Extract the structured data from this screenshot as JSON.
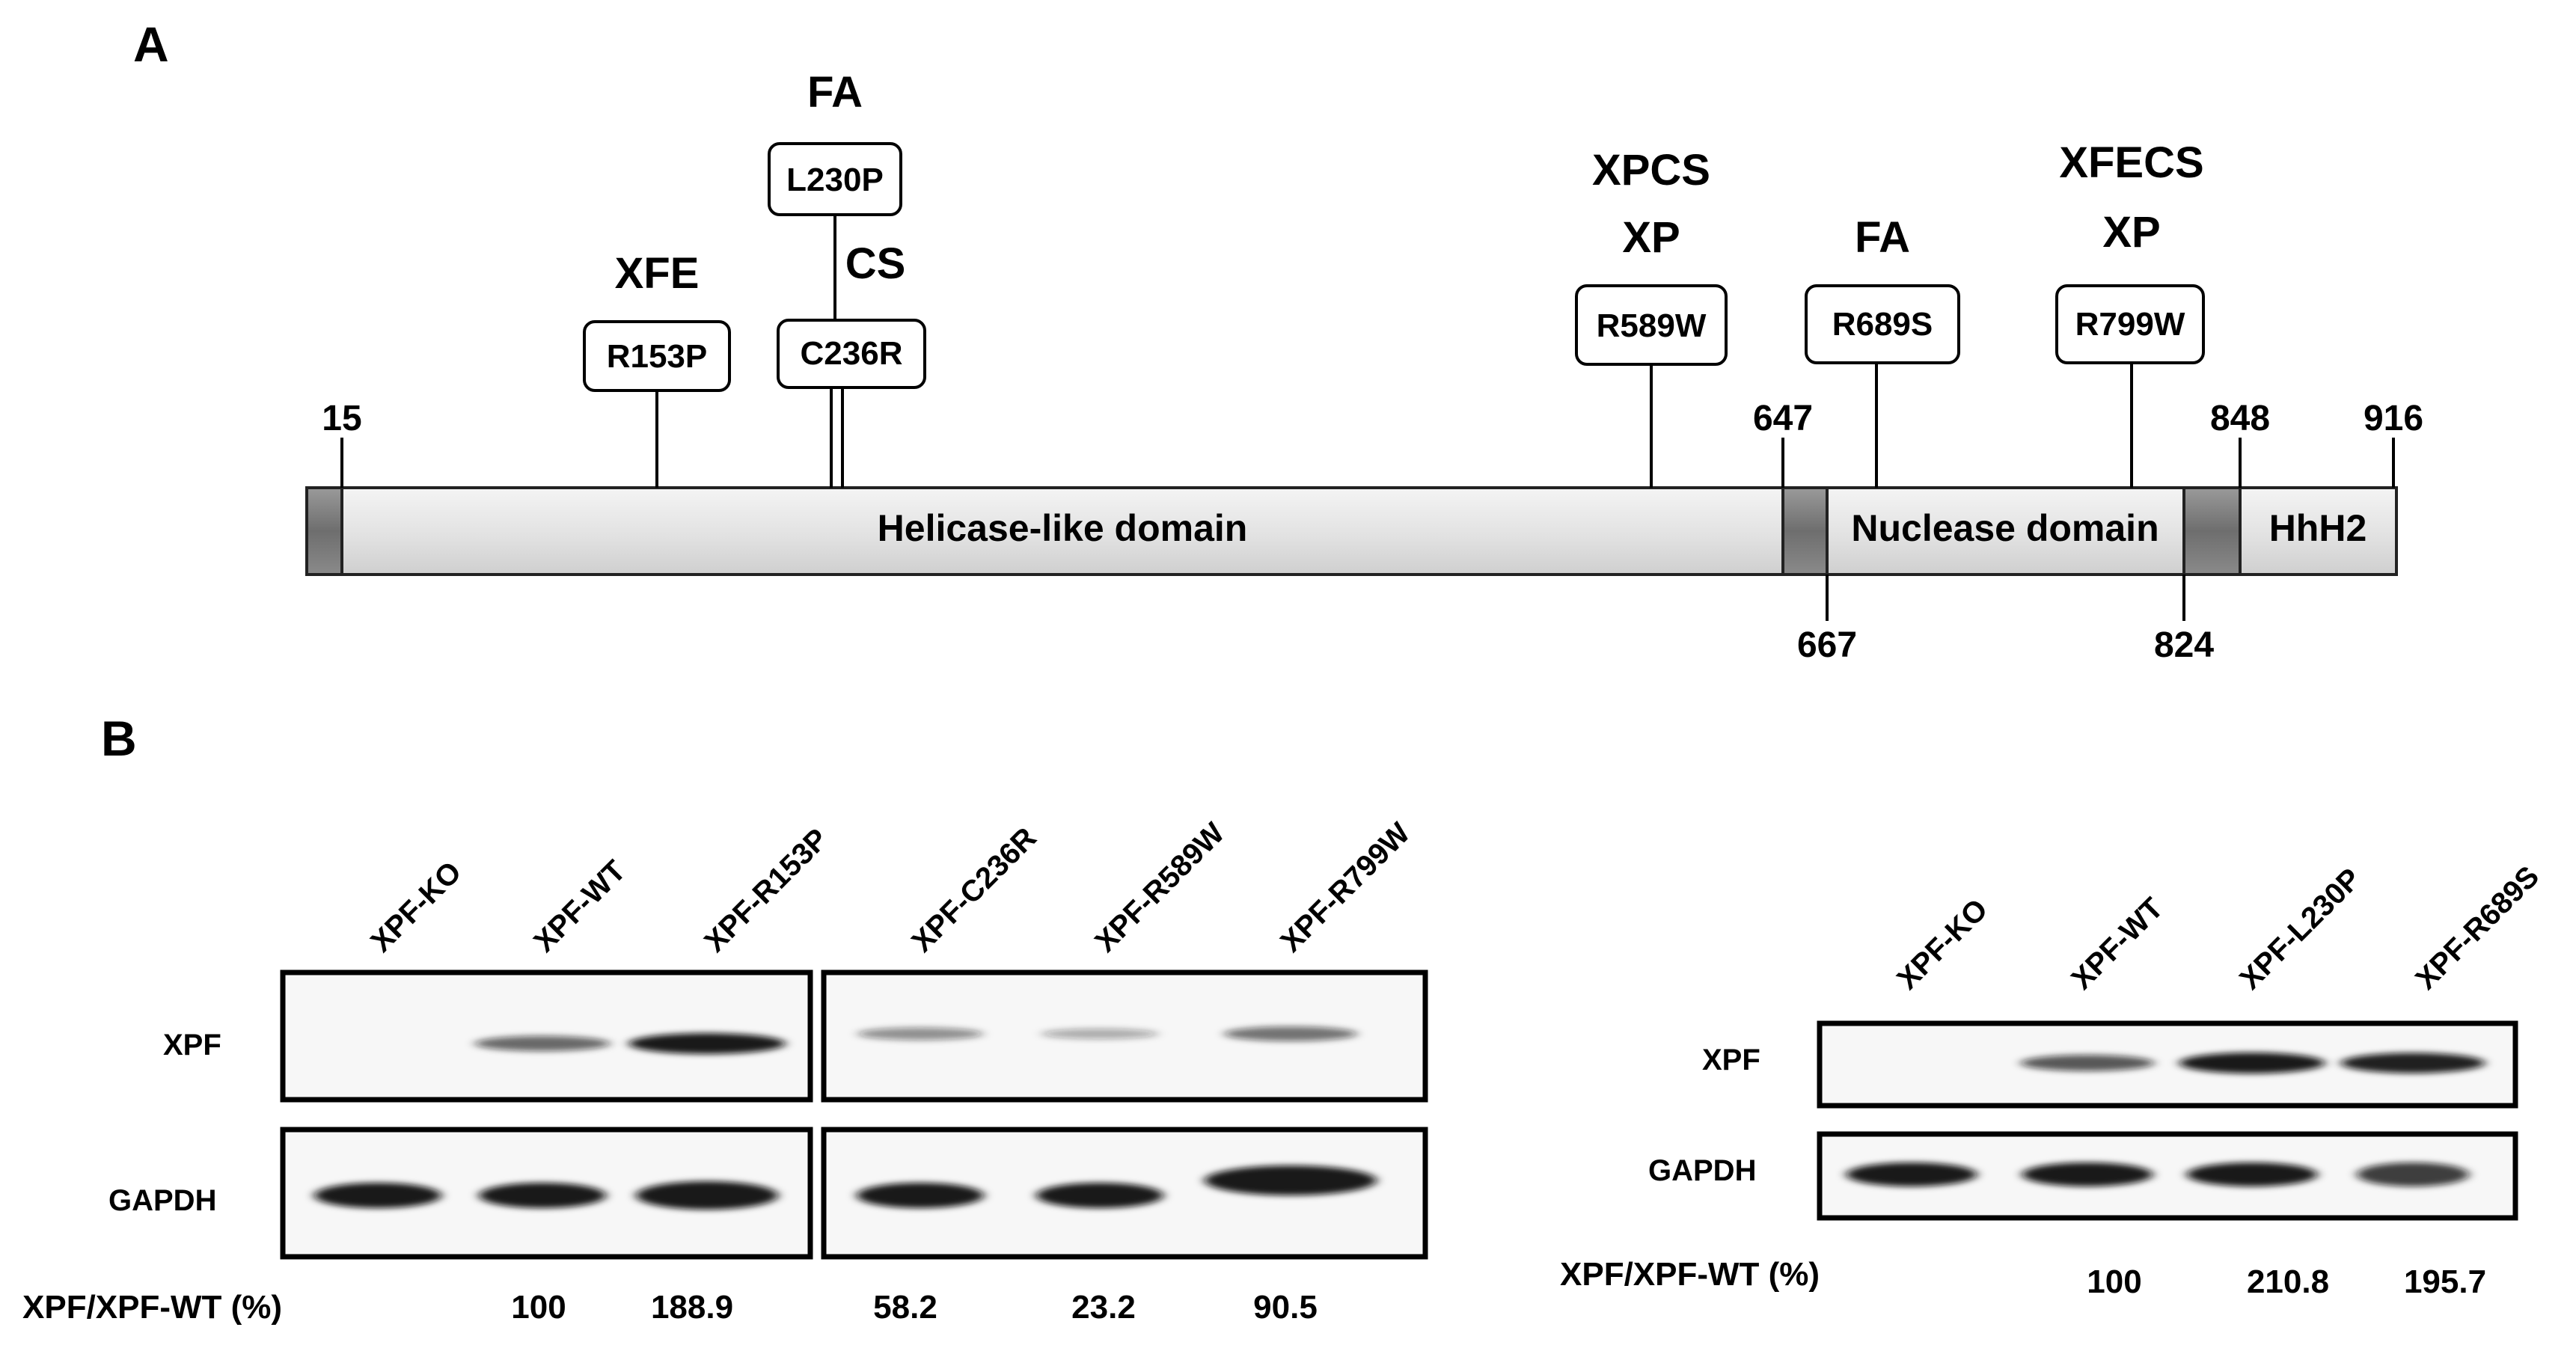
{
  "panel_a": {
    "letter": "A",
    "positions": {
      "start": "15",
      "helicase_end": "647",
      "nuclease_start": "667",
      "nuclease_end": "824",
      "hhh2_start": "848",
      "end": "916"
    },
    "domains": {
      "helicase": "Helicase-like domain",
      "nuclease": "Nuclease domain",
      "hhh2": "HhH2"
    },
    "mutations": [
      {
        "id": "R153P",
        "diseases": [
          "XFE"
        ]
      },
      {
        "id": "L230P",
        "diseases": [
          "FA"
        ]
      },
      {
        "id": "C236R",
        "diseases": [
          "CS"
        ]
      },
      {
        "id": "R589W",
        "diseases": [
          "XPCS",
          "XP"
        ]
      },
      {
        "id": "R689S",
        "diseases": [
          "FA"
        ]
      },
      {
        "id": "R799W",
        "diseases": [
          "XFECS",
          "XP"
        ]
      }
    ]
  },
  "panel_b": {
    "letter": "B",
    "row_labels": {
      "xpf": "XPF",
      "gapdh": "GAPDH",
      "quant": "XPF/XPF-WT (%)"
    },
    "blot1_lanes": [
      "XPF-KO",
      "XPF-WT",
      "XPF-R153P"
    ],
    "blot2_lanes": [
      "XPF-C236R",
      "XPF-R589W",
      "XPF-R799W"
    ],
    "blot3_lanes": [
      "XPF-KO",
      "XPF-WT",
      "XPF-L230P",
      "XPF-R689S"
    ],
    "left_quant": [
      "100",
      "188.9",
      "58.2",
      "23.2",
      "90.5"
    ],
    "right_quant": [
      "100",
      "210.8",
      "195.7"
    ],
    "left_xpf_relative": [
      0,
      100,
      188.9,
      58.2,
      23.2,
      90.5
    ],
    "right_xpf_relative": [
      0,
      100,
      210.8,
      195.7
    ]
  }
}
